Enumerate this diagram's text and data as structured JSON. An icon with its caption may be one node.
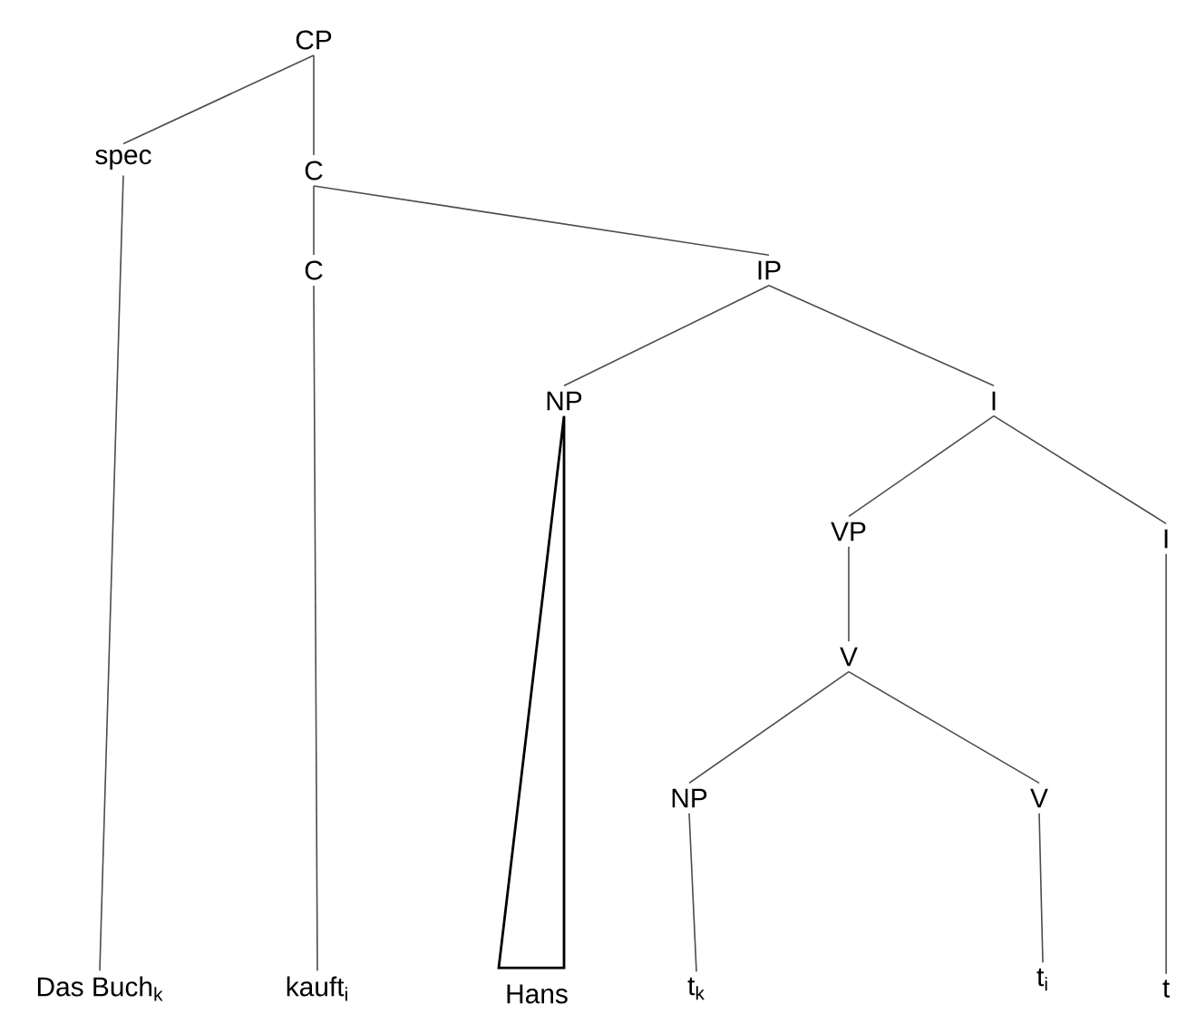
{
  "diagram": {
    "nodes": [
      {
        "text": [
          "CP"
        ]
      },
      {
        "text": [
          "spec"
        ]
      },
      {
        "text": [
          "C"
        ]
      },
      {
        "text": [
          "C"
        ]
      },
      {
        "text": [
          "IP"
        ]
      },
      {
        "text": [
          "NP"
        ]
      },
      {
        "text": [
          "I"
        ]
      },
      {
        "text": [
          "VP"
        ]
      },
      {
        "text": [
          "I"
        ]
      },
      {
        "text": [
          "V"
        ]
      },
      {
        "text": [
          "NP"
        ]
      },
      {
        "text": [
          "V"
        ]
      },
      {
        "text": [
          "Das Buch$_{k}$"
        ]
      },
      {
        "text": [
          "kauft$_{i}$"
        ]
      },
      {
        "text": [
          "Hans"
        ]
      },
      {
        "text": [
          "t$_{k}$"
        ]
      },
      {
        "text": [
          "t$_{i}$"
        ]
      },
      {
        "text": [
          "t"
        ]
      }
    ],
    "edges": [
      {
        "from": 0,
        "to": 1,
        "arrow": "none"
      },
      {
        "from": 0,
        "to": 2,
        "arrow": "none"
      },
      {
        "from": 1,
        "to": 12,
        "arrow": "none"
      },
      {
        "from": 2,
        "to": 3,
        "arrow": "none"
      },
      {
        "from": 2,
        "to": 4,
        "arrow": "none"
      },
      {
        "from": 3,
        "to": 13,
        "arrow": "none"
      },
      {
        "from": 4,
        "to": 5,
        "arrow": "none"
      },
      {
        "from": 4,
        "to": 6,
        "arrow": "none"
      },
      {
        "from": 5,
        "to": 14,
        "arrow": "none",
        "style": "thick"
      },
      {
        "from": 6,
        "to": 7,
        "arrow": "none"
      },
      {
        "from": 6,
        "to": 8,
        "arrow": "none"
      },
      {
        "from": 7,
        "to": 9,
        "arrow": "none"
      },
      {
        "from": 8,
        "to": 17,
        "arrow": "none"
      },
      {
        "from": 9,
        "to": 10,
        "arrow": "none"
      },
      {
        "from": 9,
        "to": 11,
        "arrow": "none"
      },
      {
        "from": 10,
        "to": 15,
        "arrow": "none"
      },
      {
        "from": 11,
        "to": 16,
        "arrow": "none"
      }
    ]
  }
}
